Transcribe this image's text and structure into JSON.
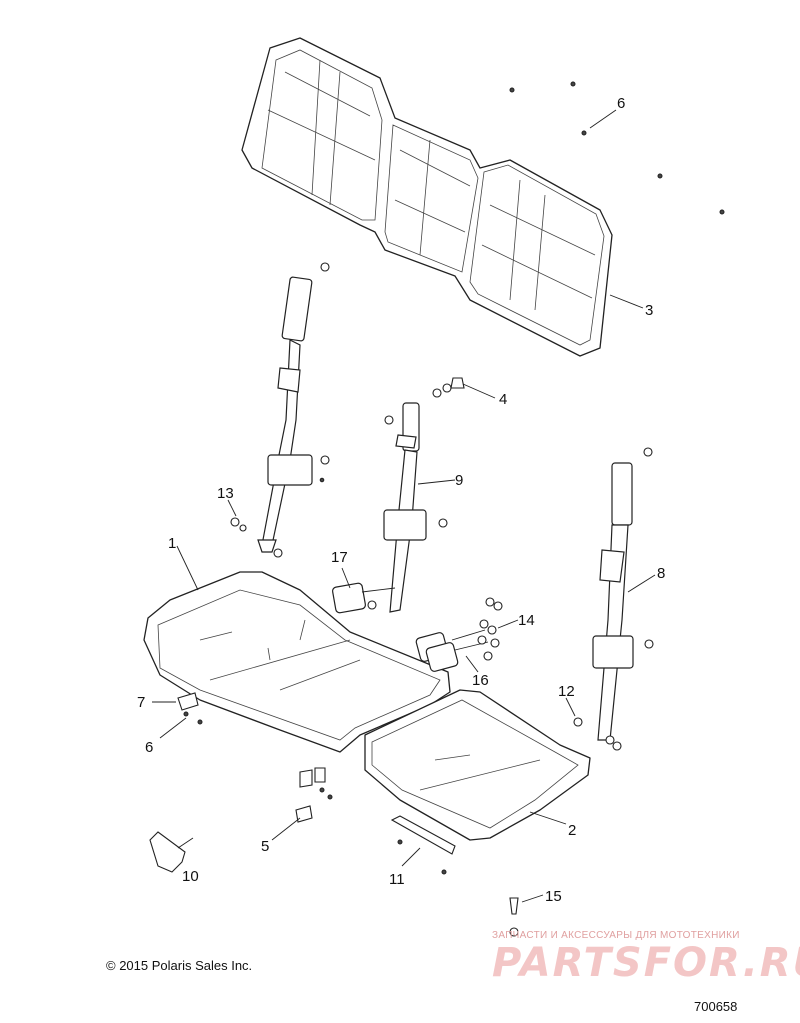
{
  "callouts": {
    "c1": "1",
    "c2": "2",
    "c3": "3",
    "c4": "4",
    "c5": "5",
    "c6a": "6",
    "c6b": "6",
    "c7": "7",
    "c8": "8",
    "c9": "9",
    "c10": "10",
    "c11": "11",
    "c12": "12",
    "c13": "13",
    "c14": "14",
    "c15": "15",
    "c16": "16",
    "c17": "17"
  },
  "footer": {
    "copyright": "© 2015 Polaris Sales Inc.",
    "part_number": "700658"
  },
  "watermark": {
    "tagline": "ЗАПЧАСТИ И АКСЕССУАРЫ ДЛЯ МОТОТЕХНИКИ",
    "logo": "PARTSFOR.RU"
  },
  "colors": {
    "line": "#222222",
    "watermark": "#f3c6c6"
  }
}
